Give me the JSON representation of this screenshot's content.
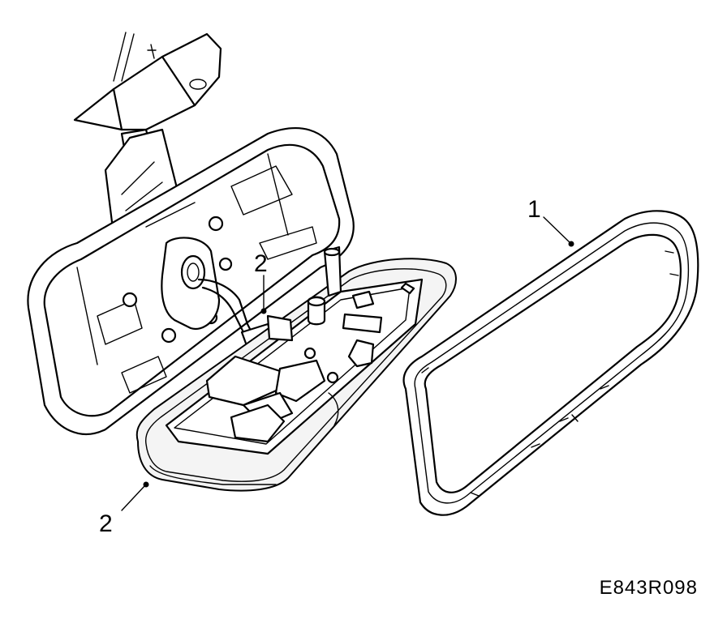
{
  "diagram": {
    "callouts": [
      {
        "number": "1",
        "part": "trim-frame"
      },
      {
        "number": "2",
        "part": "circuit-board-upper"
      },
      {
        "number": "2",
        "part": "lower-cover"
      }
    ],
    "reference_code": "E843R098"
  }
}
